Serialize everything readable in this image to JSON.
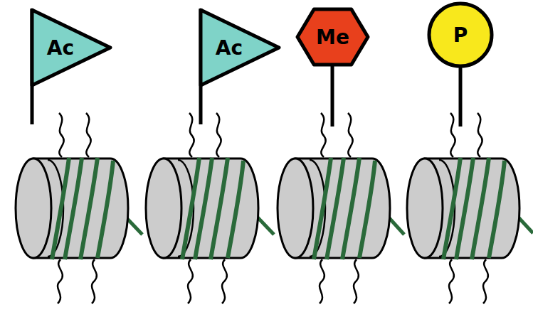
{
  "diagram": {
    "nodes": [
      {
        "text": [
          "Ac"
        ]
      },
      {
        "text": [
          "Ac"
        ]
      },
      {
        "text": [
          "Me"
        ]
      },
      {
        "text": [
          "P"
        ]
      }
    ]
  }
}
